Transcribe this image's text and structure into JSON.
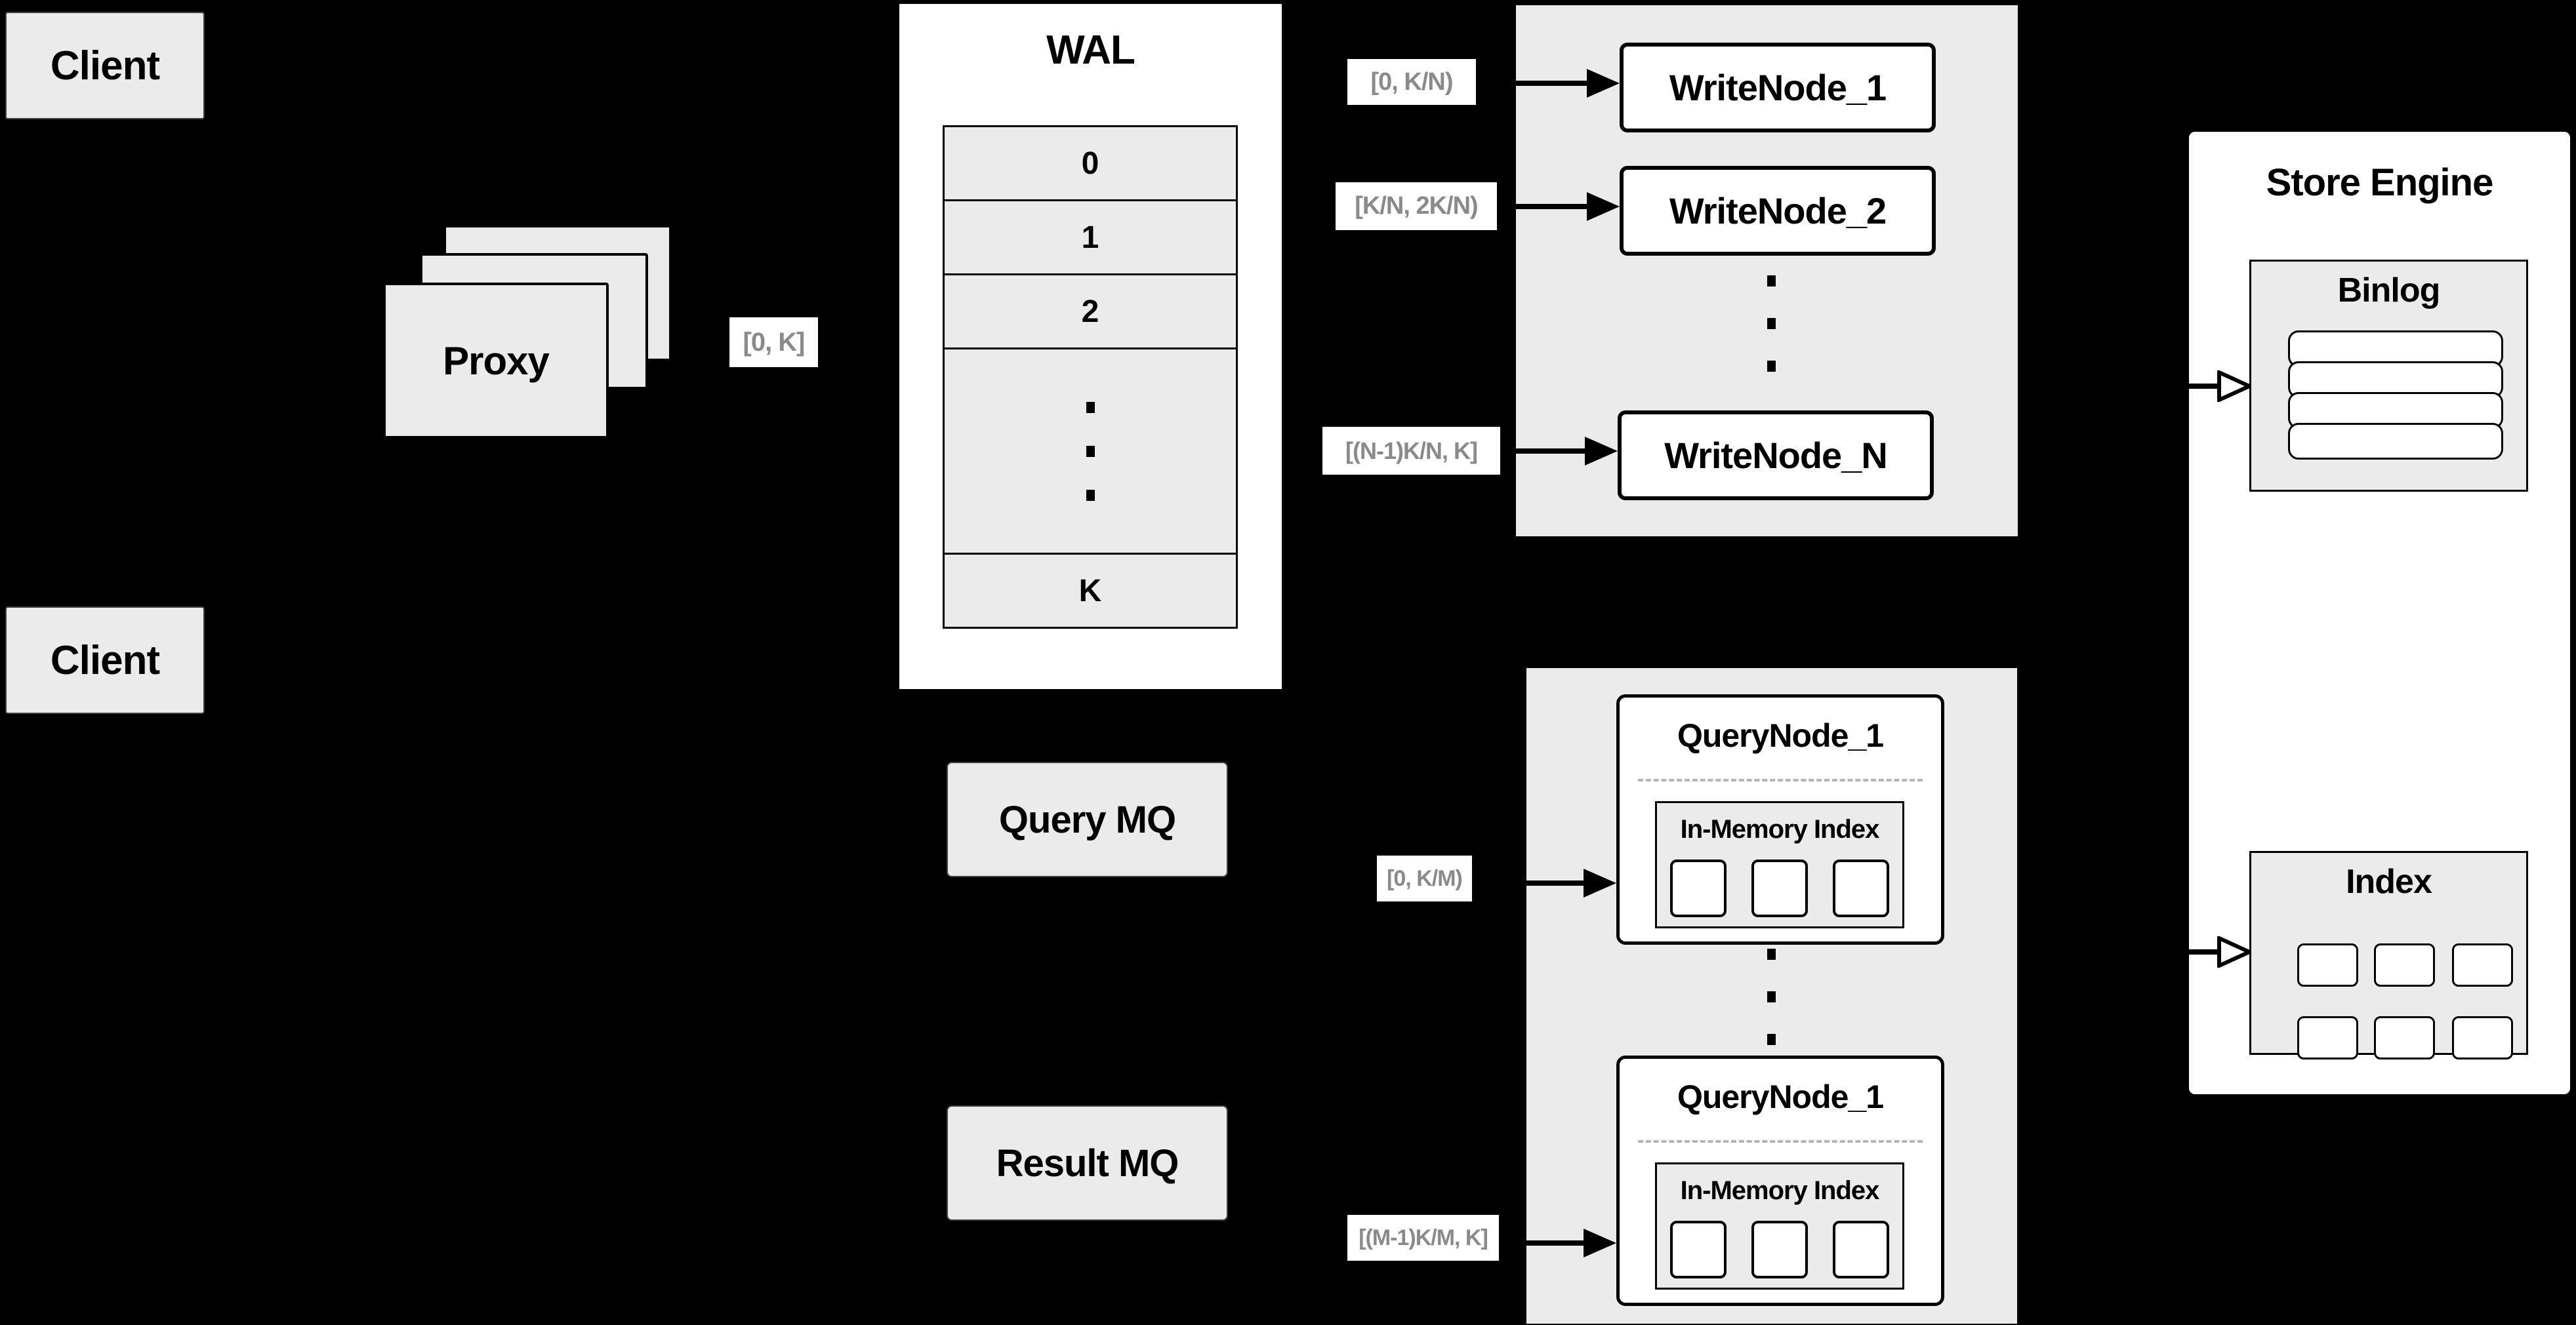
{
  "clients": [
    "Client",
    "Client"
  ],
  "proxy": {
    "label": "Proxy"
  },
  "labels": {
    "proxy_to_wal": "[0, K]"
  },
  "wal": {
    "title": "WAL",
    "rows": [
      "0",
      "1",
      "2",
      "⋮",
      "K"
    ]
  },
  "write_nodes": {
    "nodes": [
      "WriteNode_1",
      "WriteNode_2",
      "WriteNode_N"
    ],
    "input_ranges": [
      "[0, K/N)",
      "[K/N, 2K/N)",
      "[(N-1)K/N, K]"
    ]
  },
  "mq": {
    "query": "Query MQ",
    "result": "Result MQ"
  },
  "query_nodes": {
    "nodes": [
      {
        "title": "QueryNode_1",
        "memory_index_label": "In-Memory Index"
      },
      {
        "title": "QueryNode_1",
        "memory_index_label": "In-Memory Index"
      }
    ],
    "input_ranges": [
      "[0, K/M)",
      "[(M-1)K/M, K]"
    ]
  },
  "store_engine": {
    "title": "Store Engine",
    "binlog_title": "Binlog",
    "index_title": "Index"
  },
  "icons": {
    "vertical_ellipsis": "⋮",
    "solid_arrow": "→",
    "hollow_arrow": "▷"
  },
  "colors": {
    "background": "#000000",
    "box_fill": "#ebebeb",
    "node_fill": "#ffffff",
    "border": "#000000",
    "label_text": "#8a8a8a",
    "dashed_separator": "#b5b5b5"
  }
}
